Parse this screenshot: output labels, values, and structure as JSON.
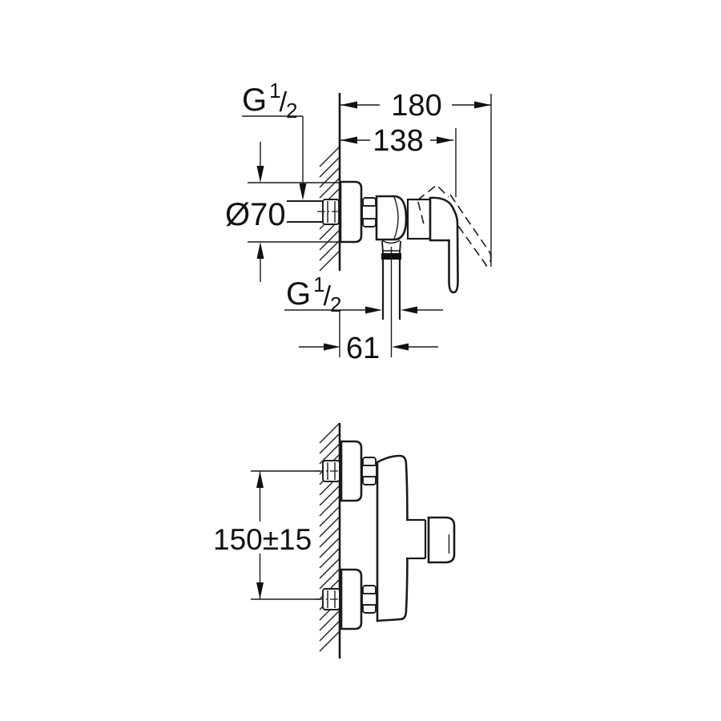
{
  "labels": {
    "thread_top": {
      "base": "G",
      "sup": "1",
      "slash": "/",
      "sub": "2"
    },
    "thread_outlet": {
      "base": "G",
      "sup": "1",
      "slash": "/",
      "sub": "2"
    },
    "escutcheon_diameter": "Ø70",
    "total_depth": "180",
    "body_depth": "138",
    "outlet_offset": "61",
    "connection_spacing": "150±15"
  },
  "colors": {
    "line": "#1a1a1a",
    "text": "#111111",
    "background": "#ffffff"
  }
}
